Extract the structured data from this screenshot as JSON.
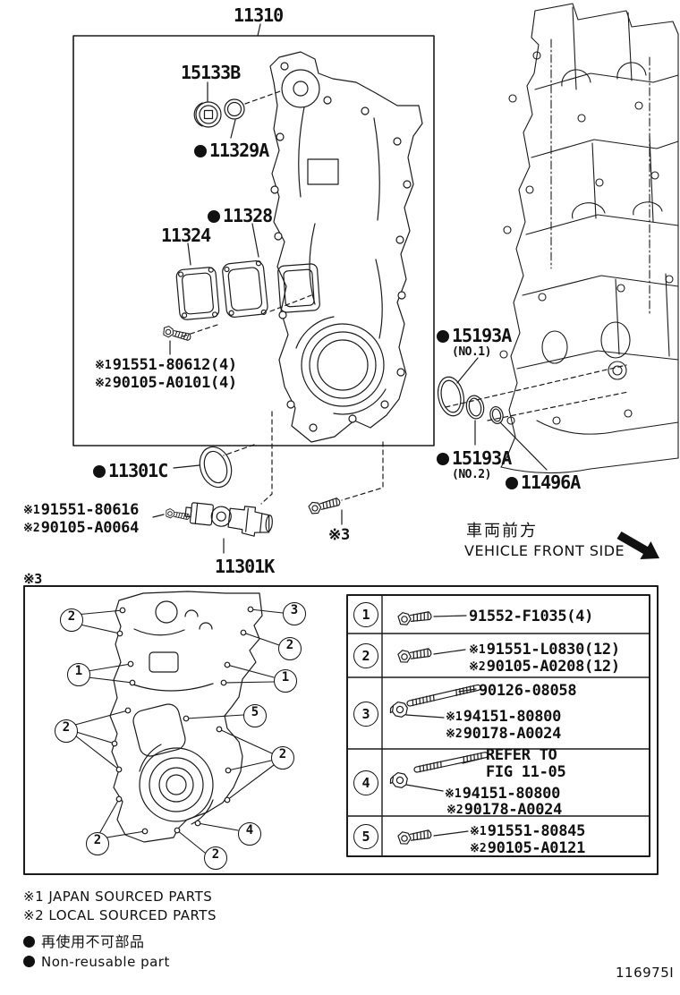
{
  "figure_code": "116975I",
  "main_assembly": {
    "part_no": "11310"
  },
  "parts": {
    "p15133B": "15133B",
    "p11329A": "11329A",
    "p11328": "11328",
    "p11324": "11324",
    "p11301C": "11301C",
    "p11301K": "11301K",
    "p11496A": "11496A",
    "p15193A_no1": {
      "num": "15193A",
      "sub": "(NO.1)"
    },
    "p15193A_no2": {
      "num": "15193A",
      "sub": "(NO.2)"
    },
    "cover_bolt": {
      "l1p": "※1",
      "l1": "91551-80612(4)",
      "l2p": "※2",
      "l2": "90105-A0101(4)"
    },
    "sensor_bolt": {
      "l1p": "※1",
      "l1": "91551-80616",
      "l2p": "※2",
      "l2": "90105-A0064"
    },
    "ref3_bolt": "※3"
  },
  "section": {
    "ref": "※3"
  },
  "direction": {
    "jp": "車両前方",
    "en": "VEHICLE FRONT SIDE"
  },
  "callouts": [
    "2",
    "3",
    "2",
    "1",
    "1",
    "5",
    "2",
    "2",
    "2",
    "4",
    "2"
  ],
  "table": {
    "rows": [
      {
        "num": "1",
        "l1": "91552-F1035(4)"
      },
      {
        "num": "2",
        "l1p": "※1",
        "l1": "91551-L0830(12)",
        "l2p": "※2",
        "l2": "90105-A0208(12)"
      },
      {
        "num": "3",
        "l1": "90126-08058",
        "l2p": "※1",
        "l2": "94151-80800",
        "l3p": "※2",
        "l3": "90178-A0024"
      },
      {
        "num": "4",
        "l1": "REFER TO",
        "l2": "FIG 11-05",
        "l3p": "※1",
        "l3": "94151-80800",
        "l4p": "※2",
        "l4": "90178-A0024"
      },
      {
        "num": "5",
        "l1p": "※1",
        "l1": "91551-80845",
        "l2p": "※2",
        "l2": "90105-A0121"
      }
    ]
  },
  "legend": {
    "japan": "※1 JAPAN SOURCED PARTS",
    "local": "※2 LOCAL SOURCED PARTS",
    "nonreusable_jp": "再使用不可部品",
    "nonreusable_en": "Non-reusable part"
  }
}
